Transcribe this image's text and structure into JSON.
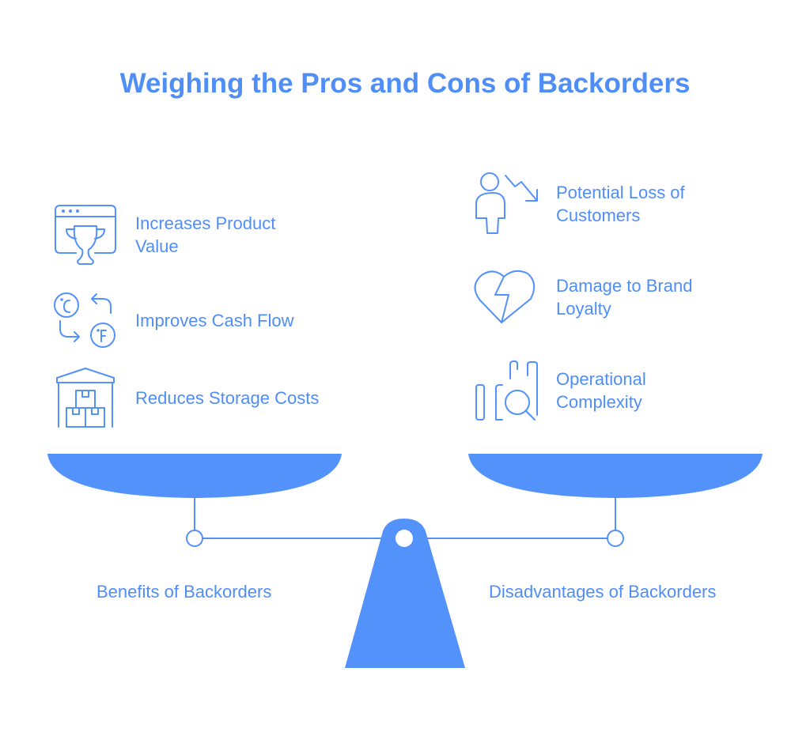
{
  "title": "Weighing the Pros and Cons of Backorders",
  "benefits": {
    "label": "Benefits of Backorders",
    "items": [
      {
        "text": "Increases Product Value",
        "icon": "trophy-browser-icon"
      },
      {
        "text": "Improves Cash Flow",
        "icon": "currency-exchange-icon"
      },
      {
        "text": "Reduces Storage Costs",
        "icon": "warehouse-icon"
      }
    ]
  },
  "disadvantages": {
    "label": "Disadvantages of Backorders",
    "items": [
      {
        "text": "Potential Loss of Customers",
        "icon": "person-decline-icon"
      },
      {
        "text": "Damage to Brand Loyalty",
        "icon": "broken-heart-icon"
      },
      {
        "text": "Operational Complexity",
        "icon": "chart-search-icon"
      }
    ]
  },
  "colors": {
    "accent": "#5391fb",
    "text": "#4f8ef7"
  }
}
